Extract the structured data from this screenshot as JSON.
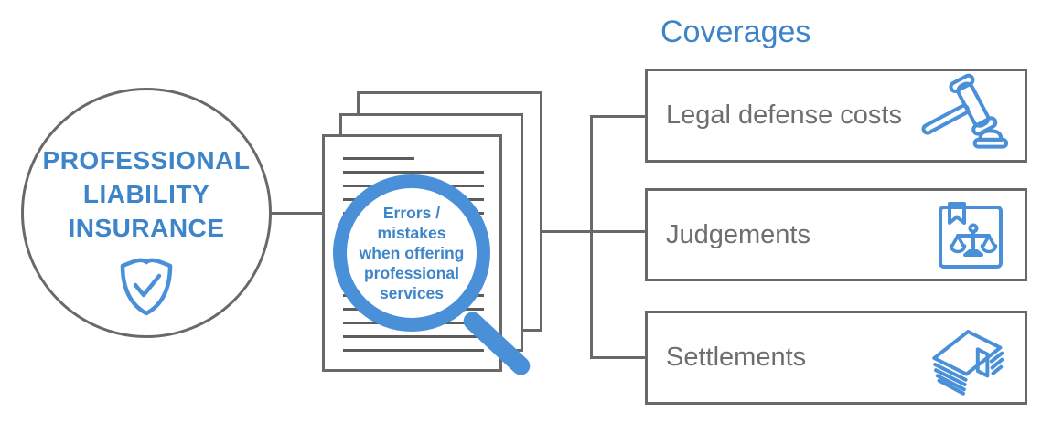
{
  "palette": {
    "blue_text": "#3d85c8",
    "blue_icon": "#4a90d9",
    "gray_border": "#696969",
    "gray_text": "#6e6e6e",
    "paper_line_gray": "#5c5c5c"
  },
  "root_node": {
    "title_lines": [
      "PROFESSIONAL",
      "LIABILITY",
      "INSURANCE"
    ],
    "icon": "shield-check-icon"
  },
  "magnifier": {
    "icon": "magnifier-icon",
    "lines": [
      "Errors /",
      "mistakes",
      "when offering",
      "professional",
      "services"
    ]
  },
  "coverages": {
    "heading": "Coverages",
    "items": [
      {
        "label": "Legal defense costs",
        "icon": "gavel-icon"
      },
      {
        "label": "Judgements",
        "icon": "scales-document-icon"
      },
      {
        "label": "Settlements",
        "icon": "money-stack-icon"
      }
    ]
  }
}
